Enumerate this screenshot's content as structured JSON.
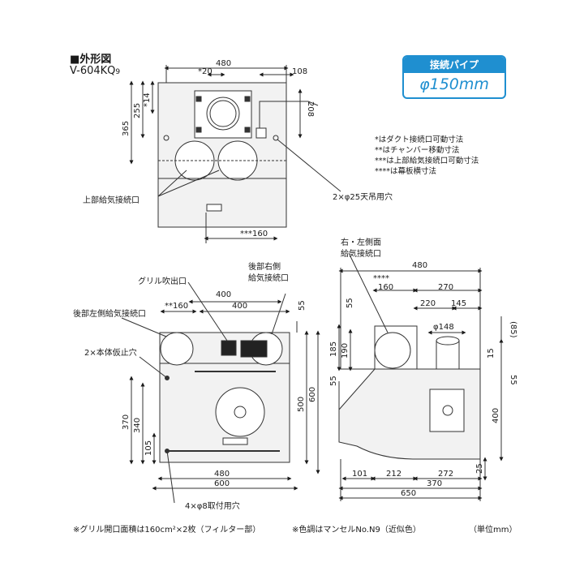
{
  "header": {
    "title": "■外形図",
    "model": "V-604KQ",
    "model_sub": "9"
  },
  "badge": {
    "label": "接続パイプ",
    "value": "φ150mm"
  },
  "legend": [
    "*はダクト接続口可動寸法",
    "**はチャンバー移動寸法",
    "***は上部給気接続口可動寸法",
    "****は幕板横寸法"
  ],
  "top_view": {
    "dims": {
      "width": "480",
      "duct_offset": "*20",
      "side": "108",
      "depth": "365",
      "d255": "255",
      "d14": "*14",
      "d208": "208",
      "d160": "***160"
    },
    "labels": {
      "top_supply": "上部給気接続口",
      "hang_holes": "2×φ25天吊用穴"
    }
  },
  "front_view": {
    "dims": {
      "w400a": "400",
      "w160": "**160",
      "w400b": "400",
      "d55": "55",
      "h500": "500",
      "h600": "600",
      "h370": "370",
      "h340": "340",
      "h105": "105",
      "w480": "480",
      "w600": "600"
    },
    "labels": {
      "grille_outlet": "グリル吹出口",
      "rear_right": "後部右側",
      "rear_right2": "給気接続口",
      "rear_left": "後部左側給気接続口",
      "temp_holes": "2×本体仮止穴",
      "mount_holes": "4×φ8取付用穴"
    }
  },
  "side_view": {
    "dims": {
      "w480": "480",
      "s4": "****",
      "s160": "160",
      "s270": "270",
      "s220": "220",
      "s145": "145",
      "s55a": "55",
      "dia": "φ148",
      "s85": "(85)",
      "s185": "185",
      "s190": "190",
      "s15": "15",
      "s55b": "55",
      "s55c": "55",
      "s400": "400",
      "s101": "101",
      "s212": "212",
      "s272": "272",
      "s25": "25",
      "s370": "370",
      "s650": "650"
    },
    "labels": {
      "side_supply": "右・左側面",
      "side_supply2": "給気接続口"
    }
  },
  "footer": {
    "note1": "※グリル開口面積は160cm²×2枚（フィルター部）",
    "note2": "※色調はマンセルNo.N9（近似色）",
    "unit": "（単位mm）"
  }
}
